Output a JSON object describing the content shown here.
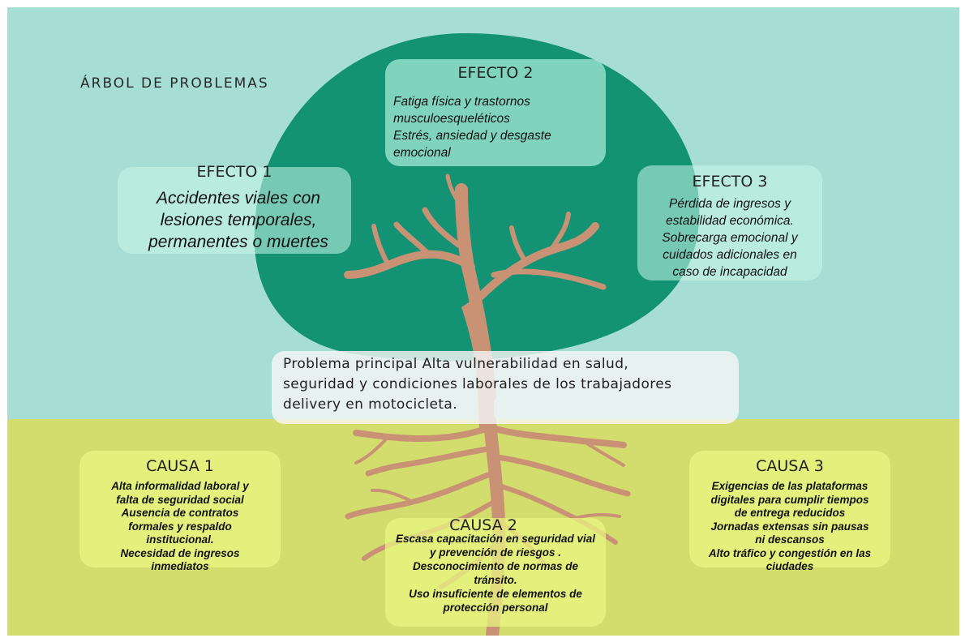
{
  "diagram_title": "ÁRBOL DE PROBLEMAS",
  "effects": [
    {
      "title": "EFECTO 1",
      "lines": [
        "Accidentes viales con",
        "lesiones temporales,",
        "permanentes o muertes"
      ]
    },
    {
      "title": "EFECTO 2",
      "lines": [
        "Fatiga física y trastornos",
        "musculoesqueléticos",
        "Estrés, ansiedad y desgaste",
        "emocional"
      ]
    },
    {
      "title": "EFECTO 3",
      "lines": [
        "Pérdida de ingresos y",
        "estabilidad económica.",
        "Sobrecarga emocional y",
        "cuidados adicionales en",
        "caso de incapacidad"
      ]
    }
  ],
  "problem": {
    "lines": [
      "Problema principal Alta vulnerabilidad en salud,",
      "seguridad y condiciones laborales de los trabajadores",
      "delivery en motocicleta."
    ]
  },
  "causes": [
    {
      "title": "CAUSA 1",
      "lines": [
        "Alta informalidad laboral y",
        "falta de seguridad social",
        "Ausencia de contratos",
        "formales y respaldo",
        "institucional.",
        "Necesidad de ingresos",
        "inmediatos"
      ]
    },
    {
      "title": "CAUSA 2",
      "lines": [
        "Escasa capacitación en seguridad vial",
        "y prevención de riesgos .",
        "Desconocimiento de normas de",
        "tránsito.",
        "Uso insuficiente de elementos de",
        "protección personal"
      ]
    },
    {
      "title": "CAUSA 3",
      "lines": [
        "Exigencias de las plataformas",
        "digitales para cumplir tiempos",
        "de entrega reducidos",
        "Jornadas extensas sin pausas",
        "ni descansos",
        "Alto tráfico y congestión en las",
        "ciudades"
      ]
    }
  ],
  "colors": {
    "sky": "#a6ddd4",
    "ground": "#d2dd6d",
    "canopy": "#139274",
    "trunk": "#c99275"
  }
}
